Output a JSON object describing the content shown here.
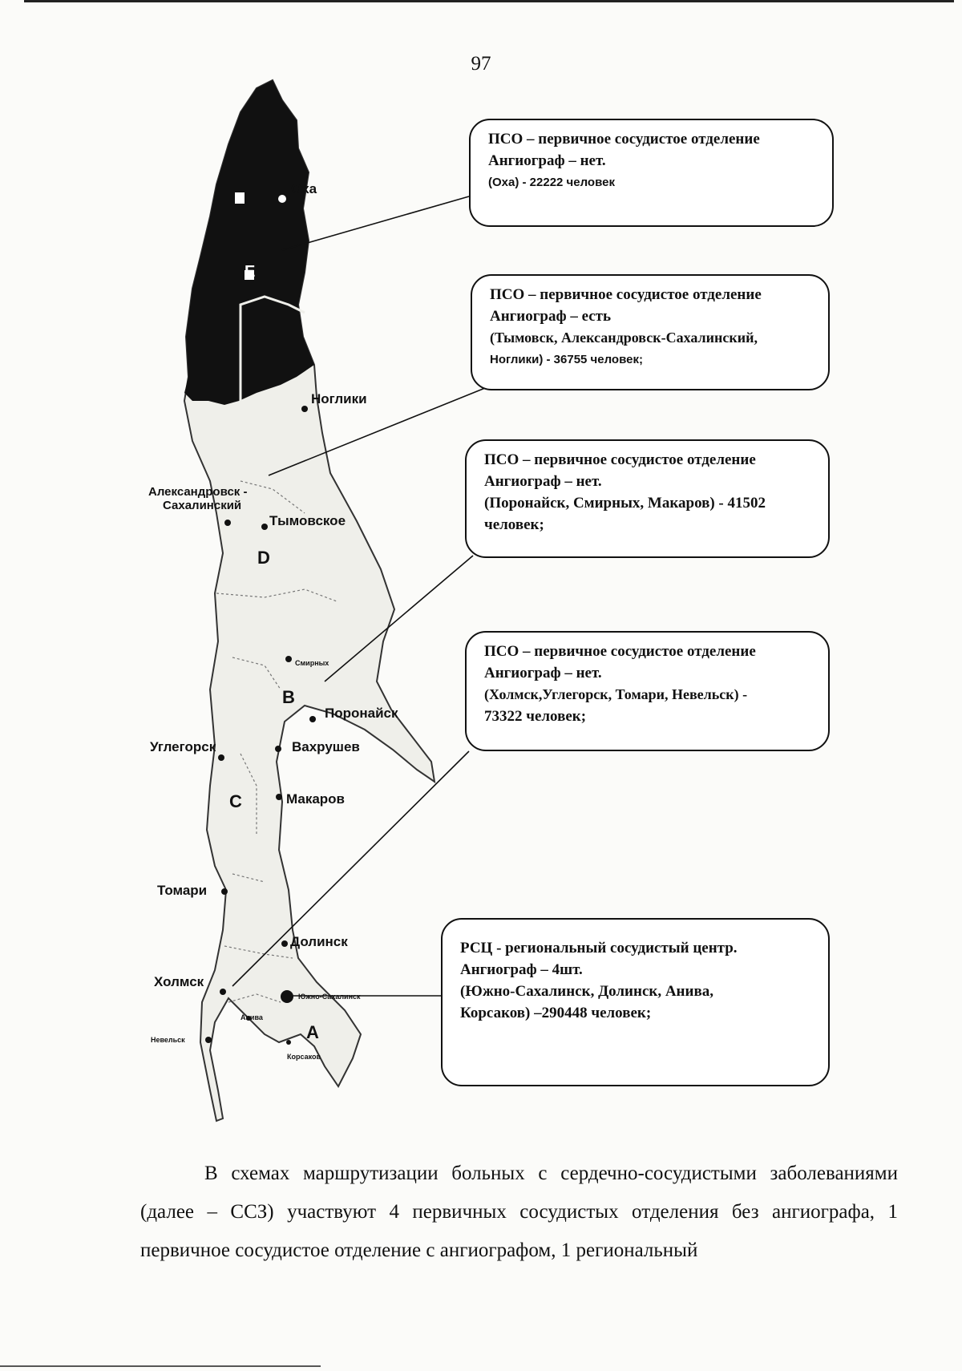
{
  "page_number": "97",
  "callouts": [
    {
      "line1": "ПСО – первичное сосудистое отделение",
      "line2": "Ангиограф – нет.",
      "line3": "(Оха) - 22222 человек"
    },
    {
      "line1": "ПСО – первичное сосудистое отделение",
      "line2": "Ангиограф – есть",
      "line3": "(Тымовск, Александровск-Сахалинский,",
      "line4": "Ноглики) - 36755 человек;"
    },
    {
      "line1": "ПСО – первичное сосудистое отделение",
      "line2": "Ангиограф – нет.",
      "line3": "(Поронайск, Смирных, Макаров) - 41502 человек;"
    },
    {
      "line1": "ПСО – первичное сосудистое отделение",
      "line2": "Ангиограф – нет.",
      "line3": "(Холмск,Углегорск, Томари, Невельск) -",
      "line4": "73322 человек;"
    },
    {
      "line1": "РСЦ - региональный сосудистый центр.",
      "line2": "Ангиограф – 4шт.",
      "line3": "(Южно-Сахалинск, Долинск, Анива,",
      "line4": "Корсаков) –290448 человек;"
    }
  ],
  "cities": {
    "okha": "Оха",
    "nogliki": "Ноглики",
    "aleksandrovsk_1": "Александровск -",
    "aleksandrovsk_2": "Сахалинский",
    "tymovskoe": "Тымовское",
    "smirnykh": "Смирных",
    "poronaysk": "Поронайск",
    "uglegorsk": "Углегорск",
    "vakhrushev": "Вахрушев",
    "makarov": "Макаров",
    "tomari": "Томари",
    "dolinsk": "Долинск",
    "kholmsk": "Холмск",
    "yuzhno": "Южно-Сахалинск",
    "aniva": "Анива",
    "nevelsk": "Невельск",
    "korsakov": "Корсаков"
  },
  "zones": {
    "e": "E",
    "d": "D",
    "b": "B",
    "c": "C",
    "a": "A"
  },
  "paragraph": "В схемах маршрутизации больных с сердечно-сосудистыми заболеваниями (далее – ССЗ) участвуют 4 первичных сосудистых отделения без ангиографа, 1 первичное сосудистое отделение с ангиографом, 1 региональный"
}
